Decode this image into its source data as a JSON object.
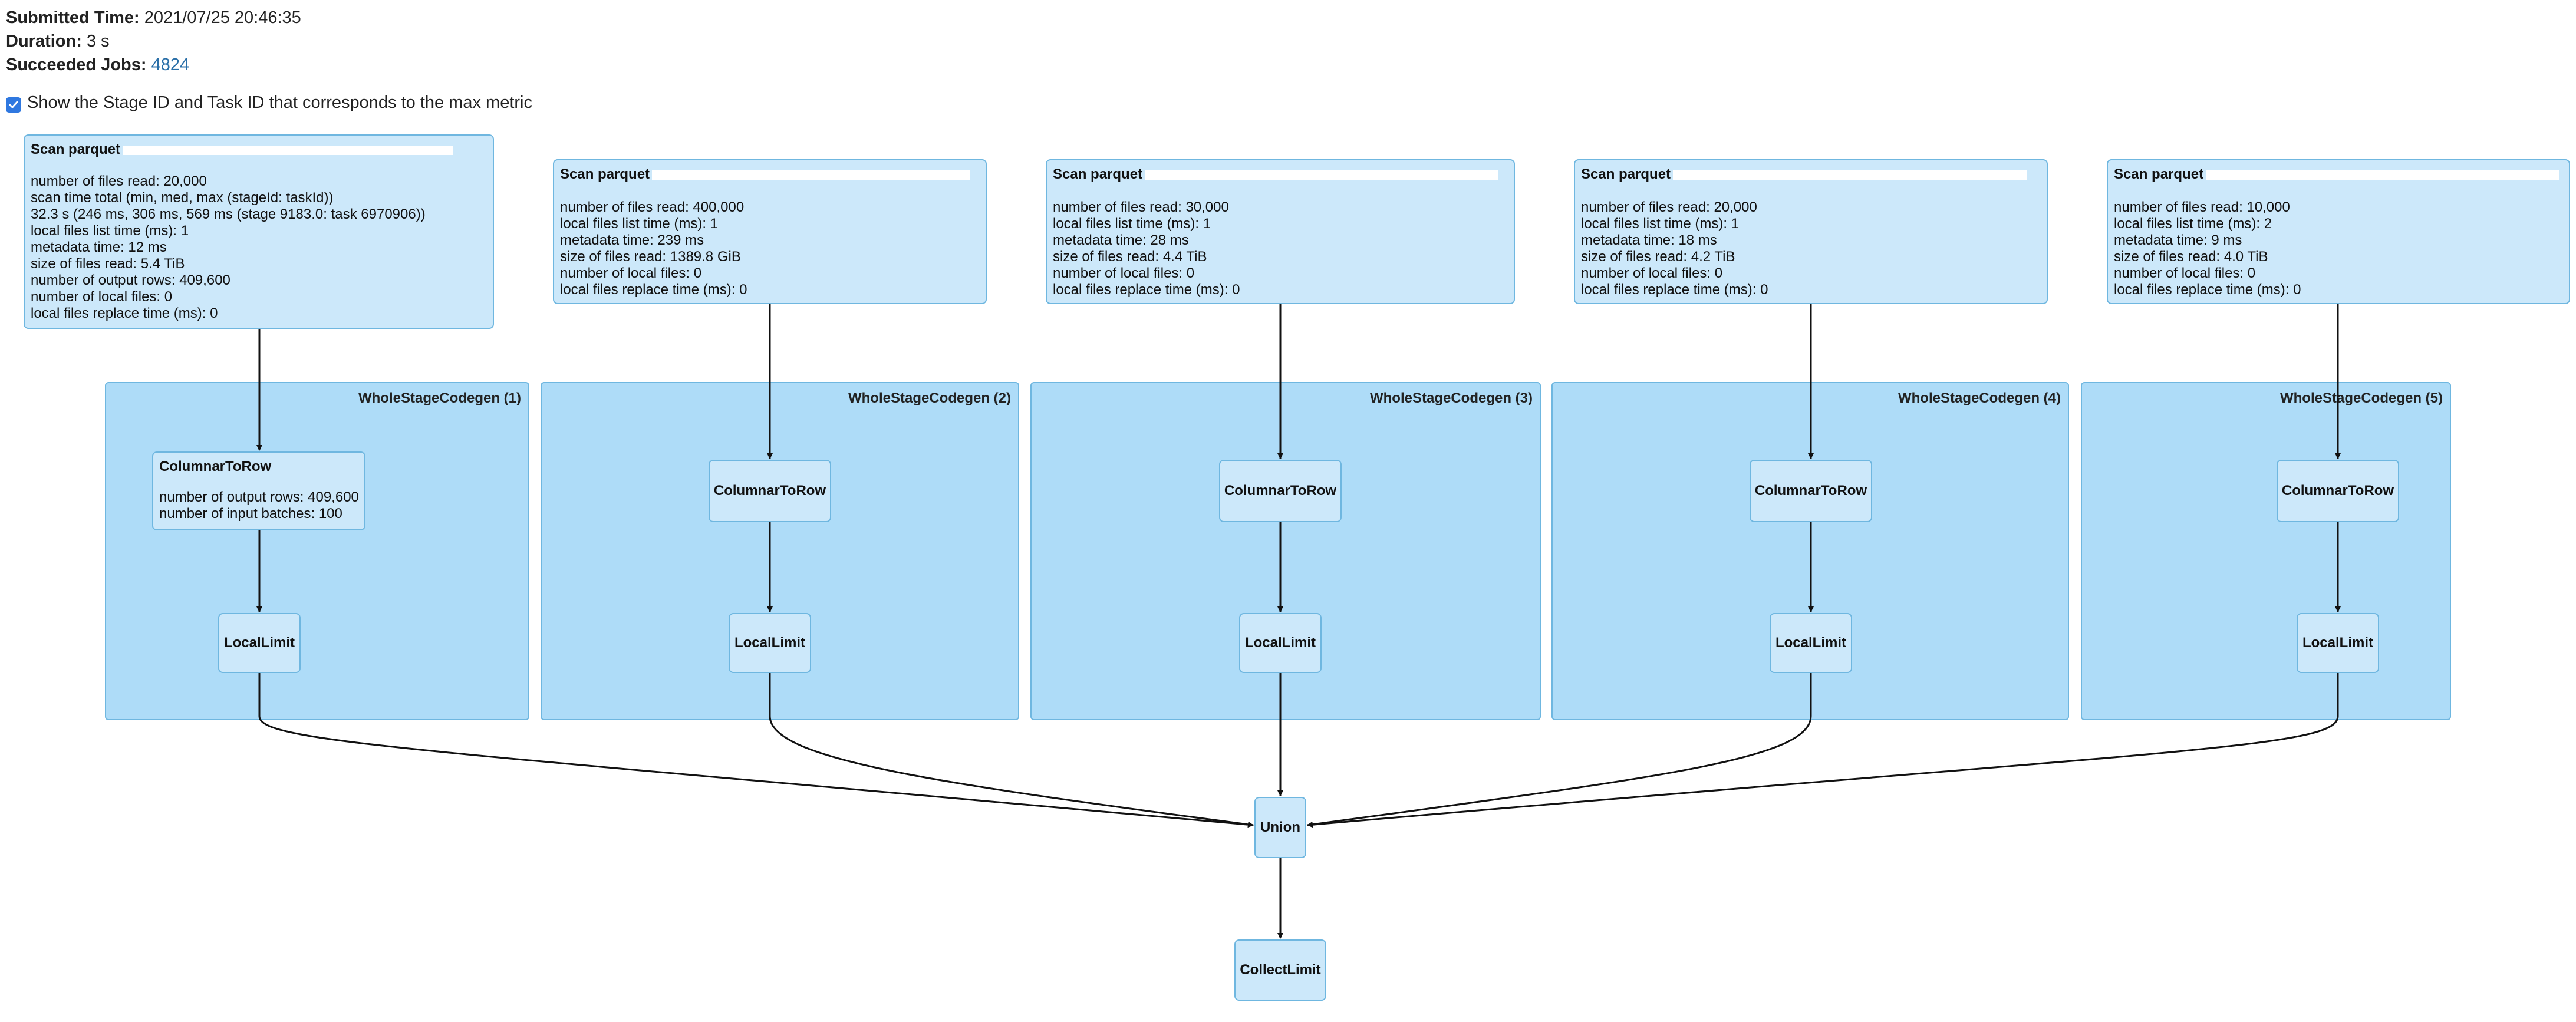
{
  "summary": {
    "submitted_label": "Submitted Time:",
    "submitted_value": "2021/07/25 20:46:35",
    "duration_label": "Duration:",
    "duration_value": "3 s",
    "jobs_label": "Succeeded Jobs:",
    "jobs_value": "4824"
  },
  "checkbox": {
    "label": "Show the Stage ID and Task ID that corresponds to the max metric",
    "checked": true,
    "color": "#2f78e0"
  },
  "scans": [
    {
      "title": "Scan parquet",
      "metrics": [
        "number of files read: 20,000",
        "scan time total (min, med, max (stageId: taskId))",
        "32.3 s (246 ms, 306 ms, 569 ms (stage 9183.0: task 6970906))",
        "local files list time (ms): 1",
        "metadata time: 12 ms",
        "size of files read: 5.4 TiB",
        "number of output rows: 409,600",
        "number of local files: 0",
        "local files replace time (ms): 0"
      ]
    },
    {
      "title": "Scan parquet",
      "metrics": [
        "number of files read: 400,000",
        "local files list time (ms): 1",
        "metadata time: 239 ms",
        "size of files read: 1389.8 GiB",
        "number of local files: 0",
        "local files replace time (ms): 0"
      ]
    },
    {
      "title": "Scan parquet",
      "metrics": [
        "number of files read: 30,000",
        "local files list time (ms): 1",
        "metadata time: 28 ms",
        "size of files read: 4.4 TiB",
        "number of local files: 0",
        "local files replace time (ms): 0"
      ]
    },
    {
      "title": "Scan parquet",
      "metrics": [
        "number of files read: 20,000",
        "local files list time (ms): 1",
        "metadata time: 18 ms",
        "size of files read: 4.2 TiB",
        "number of local files: 0",
        "local files replace time (ms): 0"
      ]
    },
    {
      "title": "Scan parquet",
      "metrics": [
        "number of files read: 10,000",
        "local files list time (ms): 2",
        "metadata time: 9 ms",
        "size of files read: 4.0 TiB",
        "number of local files: 0",
        "local files replace time (ms): 0"
      ]
    }
  ],
  "clusters": [
    {
      "label": "WholeStageCodegen (1)",
      "columnar_title": "ColumnarToRow",
      "columnar_metrics": [
        "number of output rows: 409,600",
        "number of input batches: 100"
      ],
      "limit": "LocalLimit"
    },
    {
      "label": "WholeStageCodegen (2)",
      "columnar_title": "ColumnarToRow",
      "limit": "LocalLimit"
    },
    {
      "label": "WholeStageCodegen (3)",
      "columnar_title": "ColumnarToRow",
      "limit": "LocalLimit"
    },
    {
      "label": "WholeStageCodegen (4)",
      "columnar_title": "ColumnarToRow",
      "limit": "LocalLimit"
    },
    {
      "label": "WholeStageCodegen (5)",
      "columnar_title": "ColumnarToRow",
      "limit": "LocalLimit"
    }
  ],
  "union": "Union",
  "collect": "CollectLimit",
  "colors": {
    "cluster_fill": "#aedcf8",
    "node_fill": "#cce8fa",
    "border": "#6fb7e0",
    "link": "#2a6fa8"
  }
}
